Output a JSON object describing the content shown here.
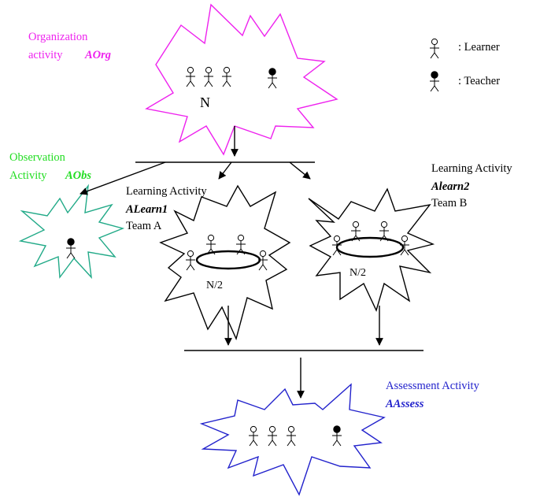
{
  "colors": {
    "org": "#ee22ee",
    "obs_label": "#22dd22",
    "obs_shape": "#22aa88",
    "learn": "#000000",
    "assess": "#2222cc"
  },
  "organization": {
    "label_line1": "Organization",
    "label_line2": "activity",
    "code": "AOrg",
    "count": "N"
  },
  "observation": {
    "label_line1": "Observation",
    "label_line2": "Activity",
    "code": "AObs"
  },
  "learning_a": {
    "label": "Learning  Activity",
    "code": "ALearn1",
    "team": "Team A",
    "count": "N/2"
  },
  "learning_b": {
    "label": "Learning  Activity",
    "code": "Alearn2",
    "team": "Team B",
    "count": "N/2"
  },
  "assessment": {
    "label": "Assessment  Activity",
    "code": "AAssess"
  },
  "legend": {
    "learner": ": Learner",
    "teacher": ": Teacher"
  },
  "icons": {
    "learner": "stick-figure-hollow-head",
    "teacher": "stick-figure-filled-head"
  }
}
